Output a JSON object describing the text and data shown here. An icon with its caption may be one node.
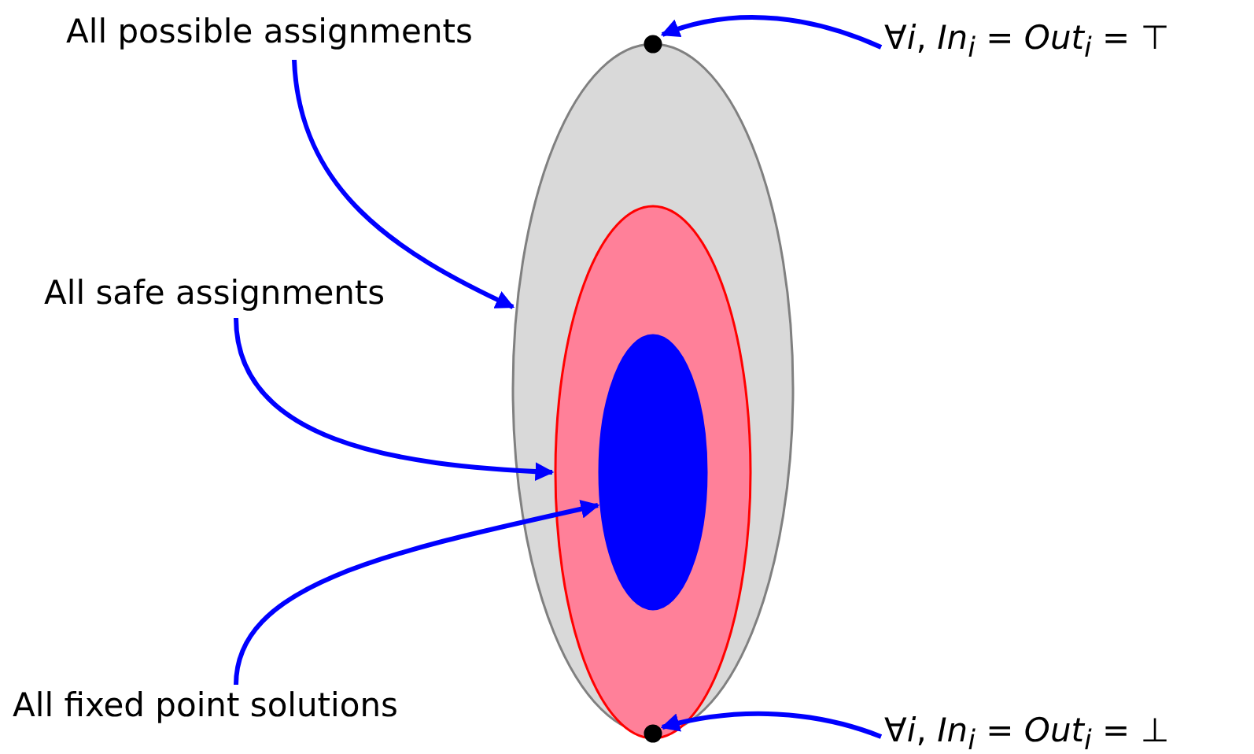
{
  "diagram": {
    "nodes": [
      {
        "text": [
          "All possible assignments"
        ]
      },
      {
        "text": [
          "All safe assignments"
        ]
      },
      {
        "text": [
          "All fixed point solutions"
        ]
      },
      {
        "text": [
          "∀*i*, *In*$_{i}$ = *Out*$_{i}$ = ⊤"
        ]
      },
      {
        "text": [
          "∀*i*, *In*$_{i}$ = *Out*$_{i}$ = ⊥"
        ]
      },
      {
        "text": [],
        "shape": "ellipse"
      },
      {
        "text": [],
        "shape": "ellipse",
        "in": 5
      },
      {
        "text": [],
        "shape": "ellipse",
        "in": 6
      },
      {
        "text": [],
        "shape": "circle"
      },
      {
        "text": [],
        "shape": "circle"
      }
    ],
    "edges": [
      {
        "from": 0,
        "to": 5,
        "arrow": "to"
      },
      {
        "from": 1,
        "to": 6,
        "arrow": "to"
      },
      {
        "from": 2,
        "to": 7,
        "arrow": "to"
      },
      {
        "from": 3,
        "to": 8,
        "arrow": "to"
      },
      {
        "from": 4,
        "to": 9,
        "arrow": "to"
      }
    ]
  }
}
